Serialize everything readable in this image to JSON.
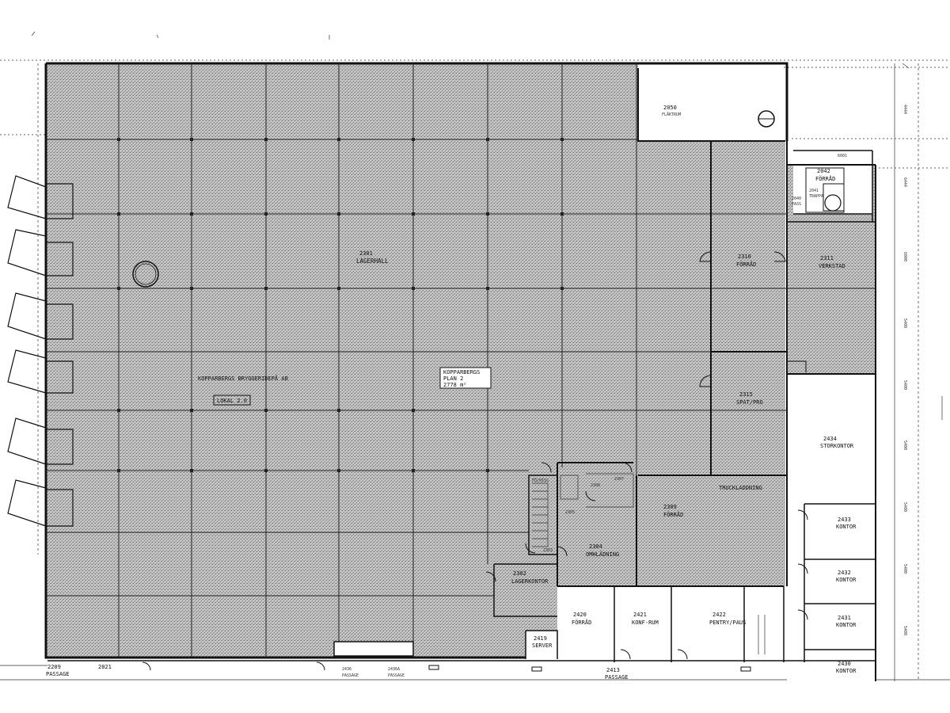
{
  "colors": {
    "hatch_fill": "#b9b9b9",
    "line": "#111111",
    "background": "#ffffff"
  },
  "rooms": {
    "r2050": {
      "number": "2050",
      "name": "FLÄKTRUM"
    },
    "r2042": {
      "number": "2042",
      "name": "FÖRRÅD"
    },
    "r2041": {
      "number": "2041",
      "name": "TRAPPA"
    },
    "r2040": {
      "number": "2040",
      "name": "PASS"
    },
    "r2301": {
      "number": "2301",
      "name": "LAGERHALL"
    },
    "r2310": {
      "number": "2310",
      "name": "FÖRRÅD"
    },
    "r2311": {
      "number": "2311",
      "name": "VERKSTAD"
    },
    "r2315": {
      "number": "2315",
      "name": "SPAT/PRO"
    },
    "r2434": {
      "number": "2434",
      "name": "STORKONTOR"
    },
    "r2433": {
      "number": "2433",
      "name": "KONTOR"
    },
    "r2432": {
      "number": "2432",
      "name": "KONTOR"
    },
    "r2431": {
      "number": "2431",
      "name": "KONTOR"
    },
    "r2430": {
      "number": "2430",
      "name": "KONTOR"
    },
    "r2309": {
      "number": "2309",
      "name": "FÖRRÅD"
    },
    "r2304": {
      "number": "2304",
      "name": "OMHLÄDNING"
    },
    "r2302": {
      "number": "2302",
      "name": "LAGERKONTOR"
    },
    "r2303": {
      "number": "2303"
    },
    "r2305": {
      "number": "2305"
    },
    "r2306": {
      "number": "2306"
    },
    "r2307": {
      "number": "2307"
    },
    "r2420": {
      "number": "2420",
      "name": "FÖRRÅD"
    },
    "r2421": {
      "number": "2421",
      "name": "KONF-RUM"
    },
    "r2422": {
      "number": "2422",
      "name": "PENTRY/PAUS"
    },
    "r2419": {
      "number": "2419",
      "name": "SERVER"
    },
    "r2413": {
      "number": "2413",
      "name": "PASSAGE"
    },
    "r2209": {
      "number": "2209",
      "name": "PASSAGE"
    },
    "r2021": {
      "number": "2021"
    },
    "r2436": {
      "number": "2436",
      "name": "PASSAGE"
    },
    "r2436a": {
      "number": "2436A",
      "name": "PASSAGE"
    }
  },
  "labels": {
    "company": "KOPPARBERGS BRYGGERIDEPÅ AB",
    "lokal": "LOKAL 2.0",
    "area_name": "KOPPARBERGS",
    "area_plan": "PLAN  2",
    "area_size": "2778 m²",
    "fonhiss": "FÖ/HISS",
    "truckladdning": "TRUCKLADDNING"
  },
  "dims": {
    "d1": "4444",
    "d2": "6444",
    "d3": "6000",
    "d4": "5400",
    "d5": "5400",
    "d6": "5400",
    "d7": "5400",
    "d8": "5400",
    "d9": "5400",
    "d10": "6001"
  }
}
